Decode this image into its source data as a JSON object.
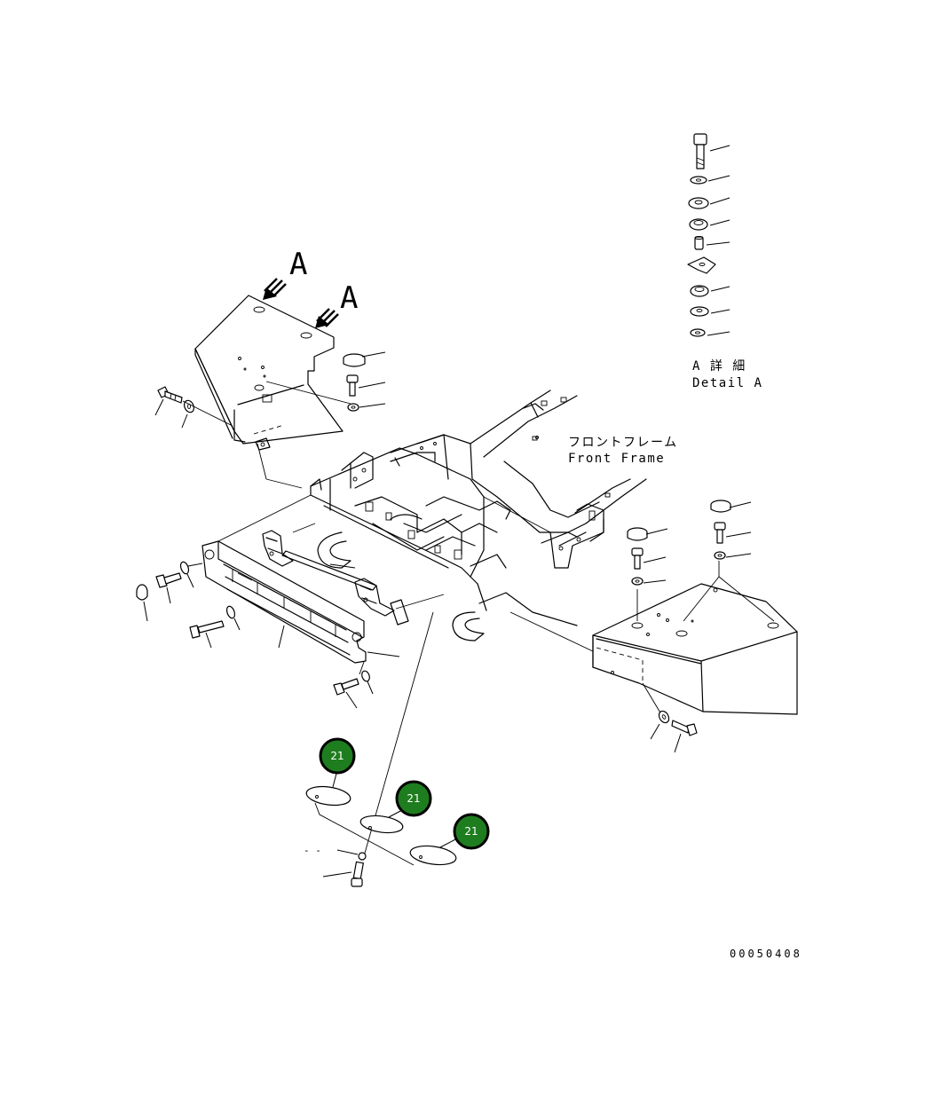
{
  "view_labels": {
    "arrow_a_1": "A",
    "arrow_a_2": "A"
  },
  "detail": {
    "line1": "A 詳 細",
    "line2": "Detail A"
  },
  "front_frame": {
    "jp": "フロントフレーム",
    "en": "Front Frame"
  },
  "dash_mark": "- -",
  "callouts": [
    {
      "id": "callout-1",
      "number": "21",
      "color": "#1e7d1e"
    },
    {
      "id": "callout-2",
      "number": "21",
      "color": "#1e7d1e"
    },
    {
      "id": "callout-3",
      "number": "21",
      "color": "#1e7d1e"
    }
  ],
  "drawing_number": "00050408"
}
